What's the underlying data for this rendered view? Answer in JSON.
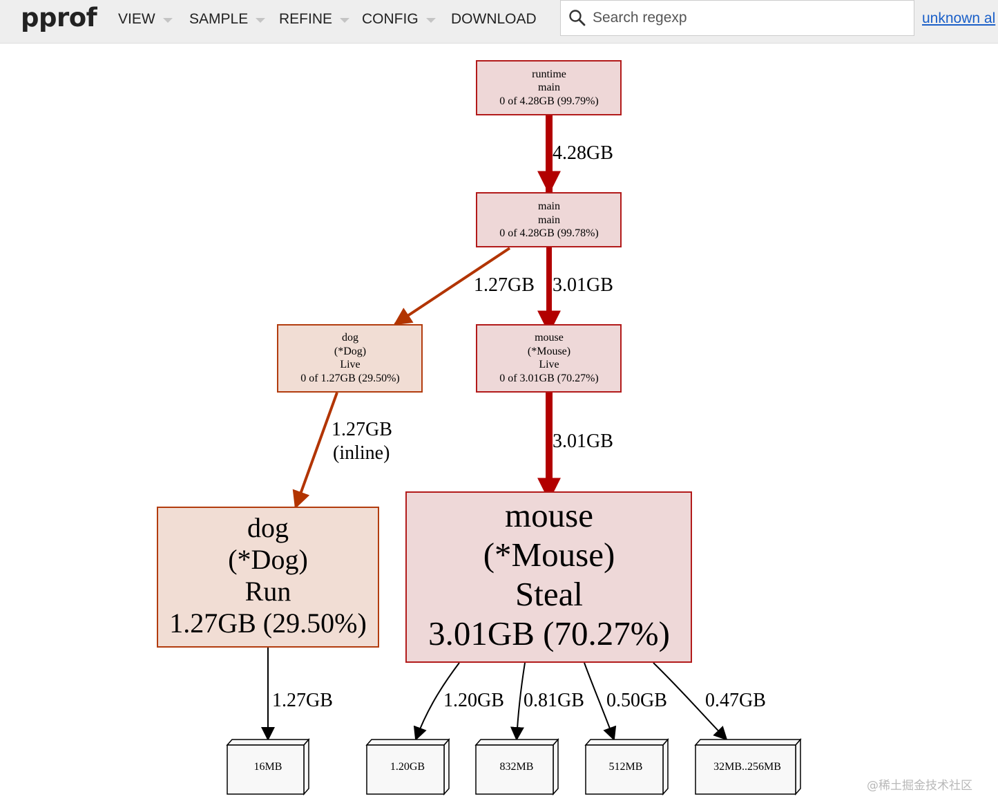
{
  "app": {
    "logo": "pprof",
    "menu": [
      {
        "label": "VIEW"
      },
      {
        "label": "SAMPLE"
      },
      {
        "label": "REFINE"
      },
      {
        "label": "CONFIG"
      },
      {
        "label": "DOWNLOAD"
      }
    ],
    "search": {
      "placeholder": "Search regexp",
      "value": ""
    },
    "profile_link": "unknown al"
  },
  "graph": {
    "nodes": {
      "runtime_main": {
        "lines": [
          "runtime",
          "main",
          "0 of 4.28GB (99.79%)"
        ],
        "fill": "#eed7d7",
        "stroke": "#b21a1a"
      },
      "main_main": {
        "lines": [
          "main",
          "main",
          "0 of 4.28GB (99.78%)"
        ],
        "fill": "#eed7d7",
        "stroke": "#b21a1a"
      },
      "dog_live": {
        "lines": [
          "dog",
          "(*Dog)",
          "Live",
          "0 of 1.27GB (29.50%)"
        ],
        "fill": "#f1ddd4",
        "stroke": "#b23c0e"
      },
      "mouse_live": {
        "lines": [
          "mouse",
          "(*Mouse)",
          "Live",
          "0 of 3.01GB (70.27%)"
        ],
        "fill": "#eed8d8",
        "stroke": "#b21a1a"
      },
      "dog_run": {
        "lines": [
          "dog",
          "(*Dog)",
          "Run",
          "1.27GB (29.50%)"
        ],
        "fill": "#f1ddd4",
        "stroke": "#b23c0e"
      },
      "mouse_steal": {
        "lines": [
          "mouse",
          "(*Mouse)",
          "Steal",
          "3.01GB (70.27%)"
        ],
        "fill": "#eed8d8",
        "stroke": "#b21a1a"
      }
    },
    "edges": {
      "runtime_to_main": {
        "label": "4.28GB",
        "color": "#b20000"
      },
      "main_to_dog": {
        "label": "1.27GB",
        "color": "#b23400"
      },
      "main_to_mouse": {
        "label": "3.01GB",
        "color": "#b20000"
      },
      "dog_live_to_run": {
        "label": [
          "1.27GB",
          "(inline)"
        ],
        "color": "#b23400"
      },
      "mouse_live_to_steal": {
        "label": "3.01GB",
        "color": "#b20000"
      },
      "dog_to_16mb": {
        "label": "1.27GB",
        "color": "#000000"
      },
      "steal_to_120gb": {
        "label": "1.20GB",
        "color": "#000000"
      },
      "steal_to_832mb": {
        "label": "0.81GB",
        "color": "#000000"
      },
      "steal_to_512mb": {
        "label": "0.50GB",
        "color": "#000000"
      },
      "steal_to_32mb": {
        "label": "0.47GB",
        "color": "#000000"
      }
    },
    "leaves": [
      "16MB",
      "1.20GB",
      "832MB",
      "512MB",
      "32MB..256MB"
    ]
  },
  "watermark": "@稀土掘金技术社区"
}
